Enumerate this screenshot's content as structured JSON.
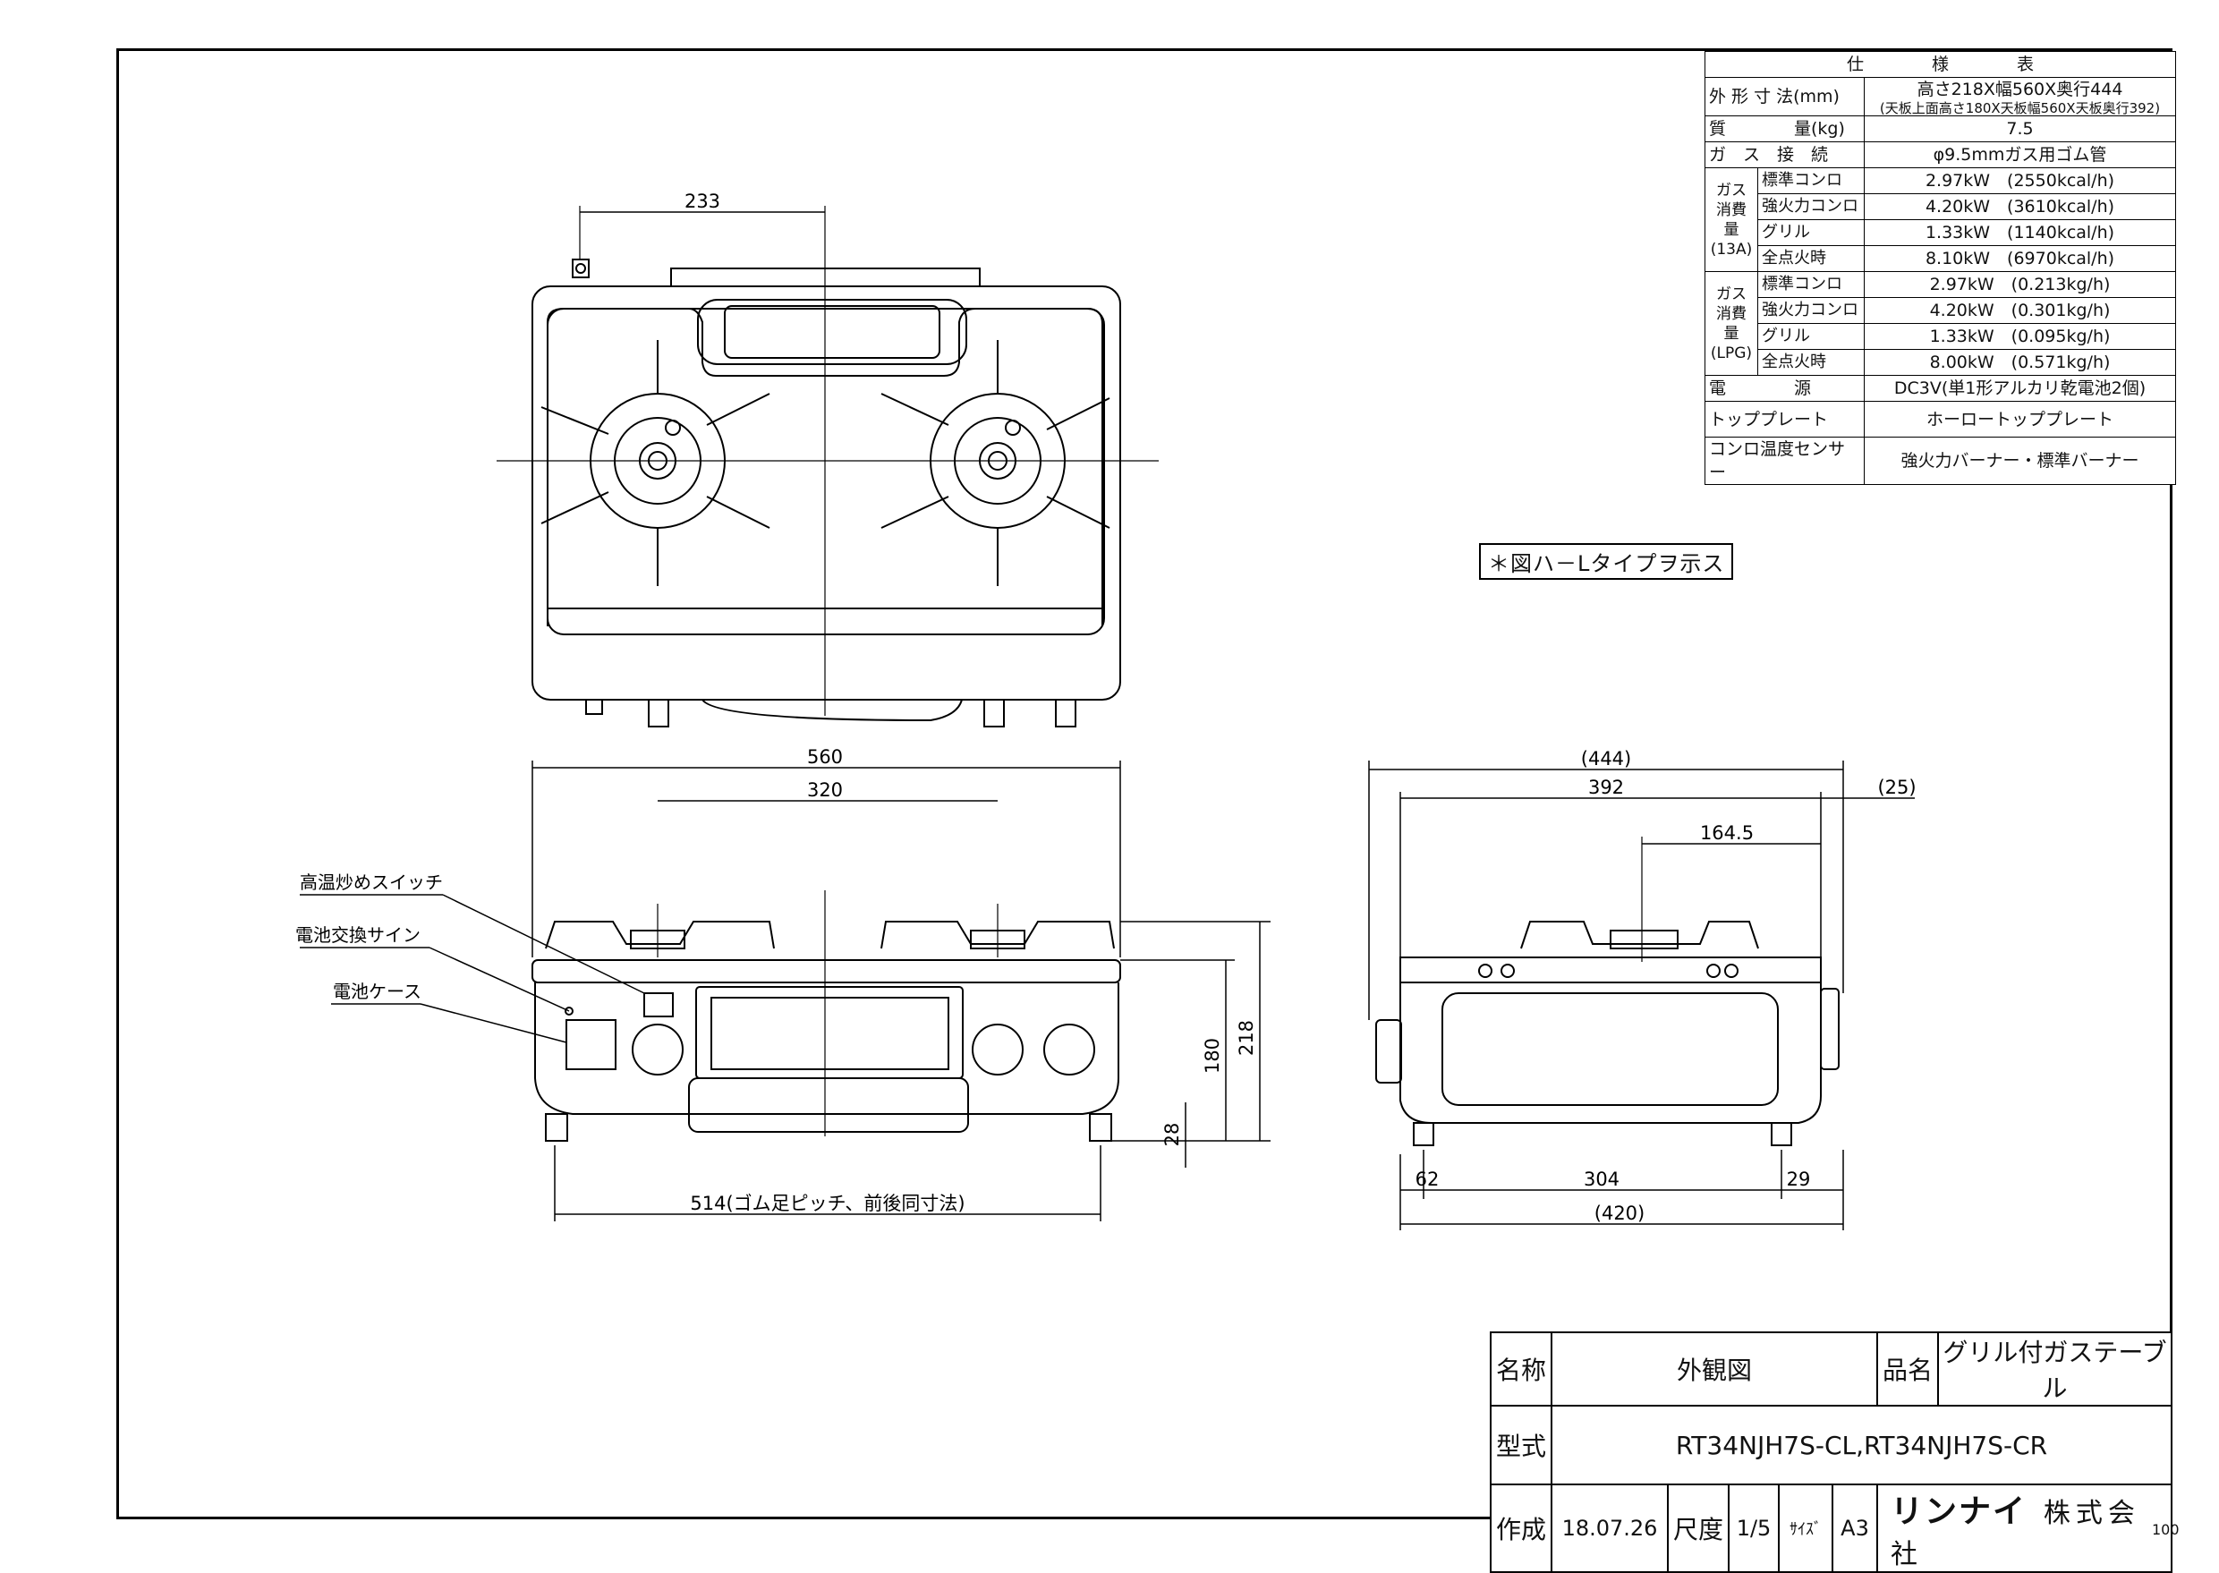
{
  "spec": {
    "header": "仕　　　　様　　　　表",
    "rows": [
      {
        "label": "外 形 寸 法(mm)",
        "value": "高さ218X幅560X奥行444",
        "sub": "(天板上面高さ180X天板幅560X天板奥行392)"
      },
      {
        "label": "質　　　　量(kg)",
        "value": "7.5"
      },
      {
        "label": "ガ　ス　接　続",
        "value": "φ9.5mmガス用ゴム管"
      }
    ],
    "gas13a": {
      "group": "ガス消費量(13A)",
      "items": [
        {
          "label": "標準コンロ",
          "value": "2.97kW　(2550kcal/h)"
        },
        {
          "label": "強火力コンロ",
          "value": "4.20kW　(3610kcal/h)"
        },
        {
          "label": "グリル",
          "value": "1.33kW　(1140kcal/h)"
        },
        {
          "label": "全点火時",
          "value": "8.10kW　(6970kcal/h)"
        }
      ]
    },
    "gaslpg": {
      "group": "ガス消費量(LPG)",
      "items": [
        {
          "label": "標準コンロ",
          "value": "2.97kW　(0.213kg/h)"
        },
        {
          "label": "強火力コンロ",
          "value": "4.20kW　(0.301kg/h)"
        },
        {
          "label": "グリル",
          "value": "1.33kW　(0.095kg/h)"
        },
        {
          "label": "全点火時",
          "value": "8.00kW　(0.571kg/h)"
        }
      ]
    },
    "rows2": [
      {
        "label": "電　　　　源",
        "value": "DC3V(単1形アルカリ乾電池2個)"
      },
      {
        "label": "トッププレート",
        "value": "ホーロートッププレート"
      },
      {
        "label": "コンロ温度センサー",
        "value": "強火力バーナー・標準バーナー"
      }
    ]
  },
  "note": "＊図ハ－Lタイプヲ示ス",
  "dims": {
    "top_233": "233",
    "front_560": "560",
    "front_320": "320",
    "front_180": "180",
    "front_218": "218",
    "front_28": "28",
    "front_514": "514(ゴム足ピッチ、前後同寸法)",
    "side_444": "(444)",
    "side_392": "392",
    "side_25": "(25)",
    "side_164": "164.5",
    "side_62": "62",
    "side_304": "304",
    "side_29": "29",
    "side_420": "(420)"
  },
  "callouts": {
    "switch": "高温炒めスイッチ",
    "battery_sign": "電池交換サイン",
    "battery_case": "電池ケース"
  },
  "title_block": {
    "name_label": "名称",
    "name_value": "外観図",
    "product_label": "品名",
    "product_value": "グリル付ガステーブル",
    "model_label": "型式",
    "model_value": "RT34NJH7S-CL,RT34NJH7S-CR",
    "made_label": "作成",
    "made_value": "18.07.26",
    "scale_label": "尺度",
    "scale_value": "1/5",
    "size_label": "ｻｲｽﾞ",
    "size_value": "A3",
    "company_logo": "リンナイ",
    "company_suffix": "株式会社"
  },
  "page_number": "100"
}
